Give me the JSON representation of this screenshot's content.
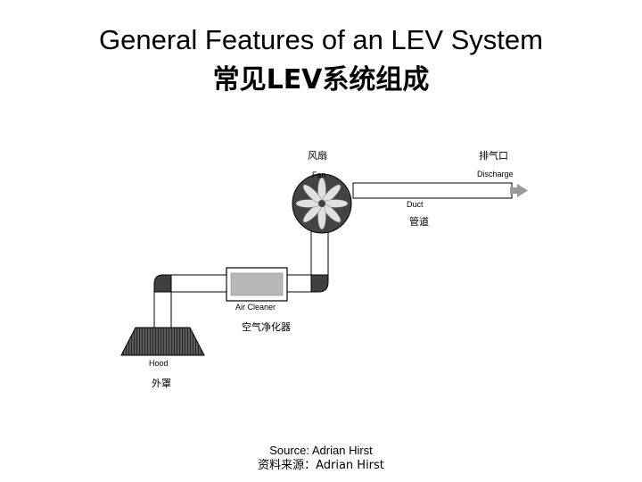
{
  "title": {
    "english": "General Features of an LEV System",
    "chinese": "常见LEV系统组成"
  },
  "diagram": {
    "fan": {
      "chinese": "风扇",
      "english": "Fan"
    },
    "discharge": {
      "chinese": "排气口",
      "english": "Discharge"
    },
    "duct": {
      "english": "Duct",
      "chinese": "管道"
    },
    "air_cleaner": {
      "english": "Air Cleaner",
      "chinese": "空气净化器"
    },
    "hood": {
      "english": "Hood",
      "chinese": "外罩"
    }
  },
  "source": {
    "english": "Source: Adrian Hirst",
    "chinese": "资料来源：Adrian Hirst"
  }
}
